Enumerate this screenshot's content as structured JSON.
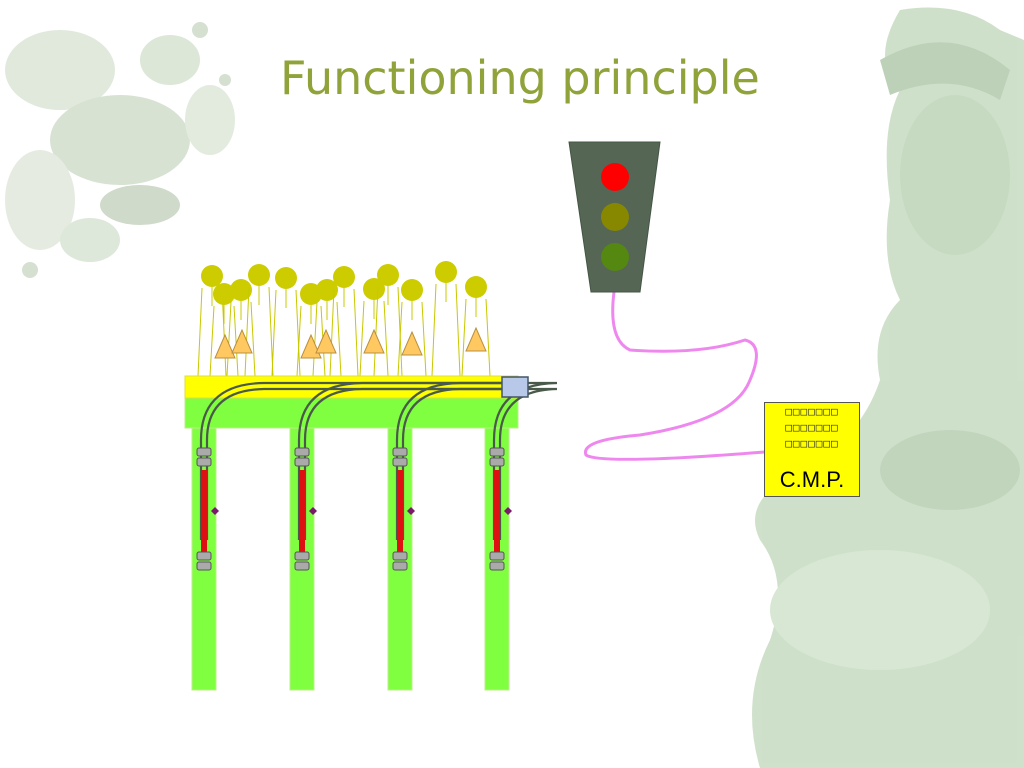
{
  "slide": {
    "title": "Functioning principle"
  },
  "colors": {
    "title": "#8fa33a",
    "table_top": "#ffff00",
    "table_green": "#80ff40",
    "pillar": "#80ff40",
    "cable": "#4a5a4a",
    "sensor_red": "#dd1111",
    "connector": "#aaaaaa",
    "marker": "#7a1a6a",
    "figure_head": "#cccc00",
    "figure_line": "#c8c800",
    "figure_body": "#ffc860",
    "wire_pink": "#ee88ee",
    "traffic_body": "#556655",
    "light_red": "#ff0000",
    "light_amber": "#888800",
    "light_green": "#558811",
    "cmp_box": "#ffff00",
    "statue_green": "#a8c8a0"
  },
  "traffic_light": {
    "states": [
      "red",
      "amber",
      "green"
    ],
    "active": "red"
  },
  "cmp_panel": {
    "label": "C.M.P.",
    "rows": [
      "□□□□□□□",
      "□□□□□□□",
      "□□□□□□□"
    ]
  },
  "sensors": {
    "count": 4
  },
  "icons": [
    "traffic-light-icon",
    "statue-decoration",
    "foliage-decoration",
    "person-icon"
  ]
}
